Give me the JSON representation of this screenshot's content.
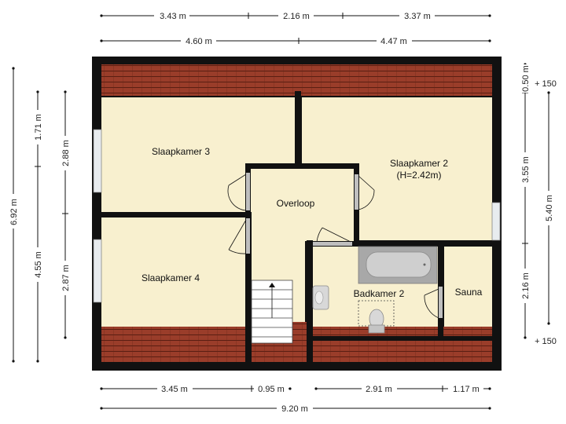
{
  "rooms": {
    "slaapkamer3": "Slaapkamer 3",
    "slaapkamer2": "Slaapkamer 2",
    "slaapkamer2_height": "(H=2.42m)",
    "overloop": "Overloop",
    "slaapkamer4": "Slaapkamer 4",
    "badkamer2": "Badkamer 2",
    "sauna": "Sauna"
  },
  "dimensions": {
    "top_row1": [
      "3.43 m",
      "2.16 m",
      "3.37 m"
    ],
    "top_row2": [
      "4.60 m",
      "4.47 m"
    ],
    "bottom_row1": [
      "3.45 m",
      "0.95 m",
      "2.91 m",
      "1.17 m"
    ],
    "bottom_total": "9.20 m",
    "left_total": "6.92 m",
    "left_col2": [
      "1.71 m",
      "4.55 m"
    ],
    "left_col3": [
      "2.88 m",
      "2.87 m"
    ],
    "right_col1": [
      "0.50 m",
      "3.55 m",
      "2.16 m"
    ],
    "right_col2": "5.40 m",
    "level_top": "+ 150",
    "level_bottom": "+ 150"
  },
  "colors": {
    "wall": "#111111",
    "floor": "#f8f0cf",
    "roof_tile": "#9a3d2a",
    "roof_line": "#5a1e12",
    "bath_fixture": "#a8a8a8"
  }
}
